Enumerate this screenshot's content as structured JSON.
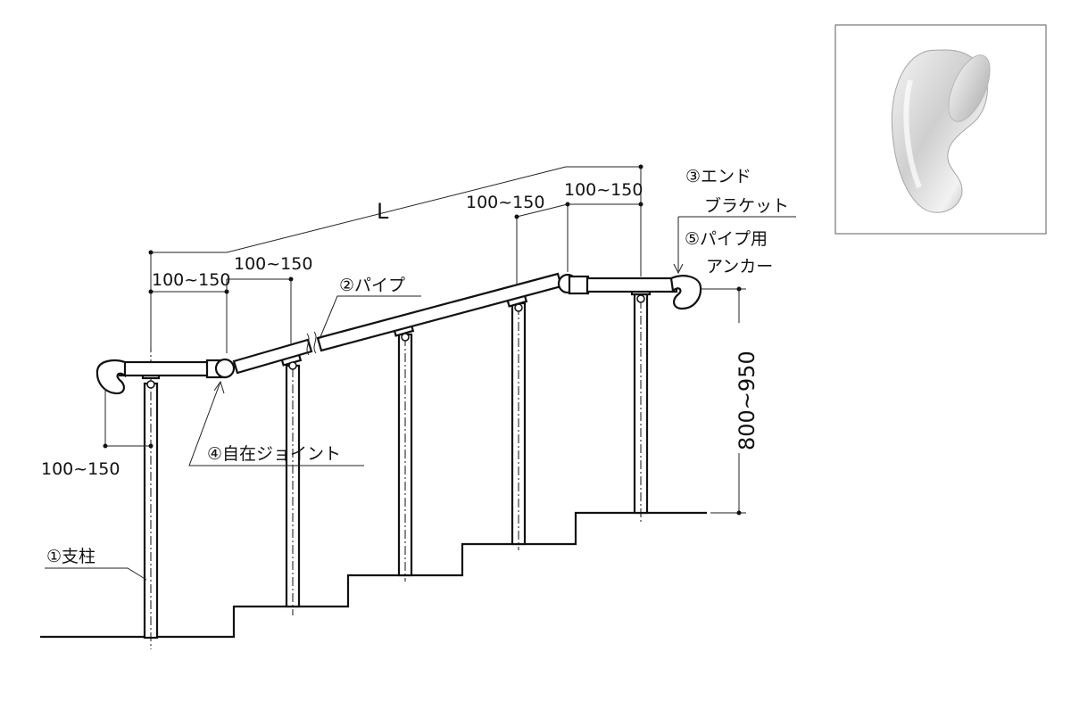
{
  "dimensions": {
    "overall_length": "L",
    "end_offset_left": "100~150",
    "post_spacing_upper_left": "100~150",
    "post_spacing_lower_left": "100~150",
    "post_spacing_upper_right": "100~150",
    "post_spacing_right_end": "100~150",
    "rail_height": "800~950"
  },
  "parts": {
    "post": "①支柱",
    "pipe": "②パイプ",
    "end_bracket_line1": "③エンド",
    "end_bracket_line2": "ブラケット",
    "pipe_anchor_line1": "⑤パイプ用",
    "pipe_anchor_line2": "アンカー",
    "joint": "④自在ジョイント"
  },
  "colors": {
    "line": "#111111",
    "background": "#ffffff",
    "photo_frame": "#777777"
  },
  "photo": {
    "subject": "end-bracket-icon"
  }
}
